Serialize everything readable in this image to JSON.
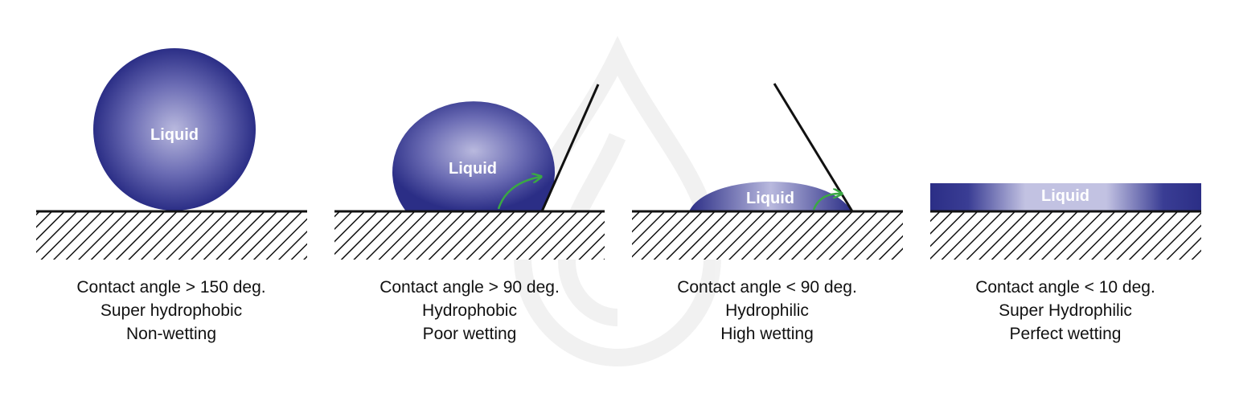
{
  "colors": {
    "liquid_dark": "#2b2e86",
    "liquid_light": "#b9b9de",
    "angle_arrow": "#3aa844",
    "surface_line": "#111111"
  },
  "panels": [
    {
      "liquid_label": "Liquid",
      "caption": [
        "Contact angle > 150 deg.",
        "Super hydrophobic",
        "Non-wetting"
      ]
    },
    {
      "liquid_label": "Liquid",
      "caption": [
        "Contact angle > 90 deg.",
        "Hydrophobic",
        "Poor wetting"
      ]
    },
    {
      "liquid_label": "Liquid",
      "caption": [
        "Contact angle < 90 deg.",
        "Hydrophilic",
        "High wetting"
      ]
    },
    {
      "liquid_label": "Liquid",
      "caption": [
        "Contact angle < 10 deg.",
        "Super Hydrophilic",
        "Perfect wetting"
      ]
    }
  ]
}
